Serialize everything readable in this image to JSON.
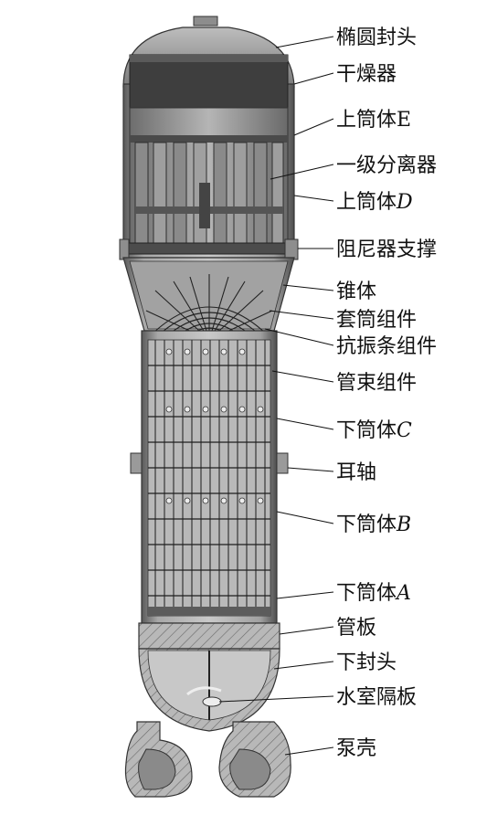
{
  "figure": {
    "background": "#ffffff",
    "shell_color": "#9b9b9b",
    "shell_dark": "#555555",
    "shell_light": "#d6d6d6",
    "line_color": "#111111"
  },
  "labels": [
    {
      "id": "tuoyuan-fengtou",
      "text": "椭圆封头",
      "suffix": ""
    },
    {
      "id": "ganzaoqi",
      "text": "干燥器",
      "suffix": ""
    },
    {
      "id": "shangtongti-e",
      "text": "上筒体E",
      "suffix": ""
    },
    {
      "id": "yiji-fenliqi",
      "text": "一级分离器",
      "suffix": ""
    },
    {
      "id": "shangtongti-d",
      "text": "上筒体",
      "suffix": "D"
    },
    {
      "id": "zuniqi-zhicheng",
      "text": "阻尼器支撑",
      "suffix": ""
    },
    {
      "id": "zhuiti",
      "text": "锥体",
      "suffix": ""
    },
    {
      "id": "taotong-zujian",
      "text": "套筒组件",
      "suffix": ""
    },
    {
      "id": "kangzhentiao-zujian",
      "text": "抗振条组件",
      "suffix": ""
    },
    {
      "id": "guanshu-zujian",
      "text": "管束组件",
      "suffix": ""
    },
    {
      "id": "xiatongti-c",
      "text": "下筒体",
      "suffix": "C"
    },
    {
      "id": "erzhou",
      "text": "耳轴",
      "suffix": ""
    },
    {
      "id": "xiatongti-b",
      "text": "下筒体",
      "suffix": "B"
    },
    {
      "id": "xiatongti-a",
      "text": "下筒体",
      "suffix": "A"
    },
    {
      "id": "guanban",
      "text": "管板",
      "suffix": ""
    },
    {
      "id": "xia-fengtou",
      "text": "下封头",
      "suffix": ""
    },
    {
      "id": "shuishi-geban",
      "text": "水室隔板",
      "suffix": ""
    },
    {
      "id": "bengke",
      "text": "泵壳",
      "suffix": ""
    }
  ]
}
